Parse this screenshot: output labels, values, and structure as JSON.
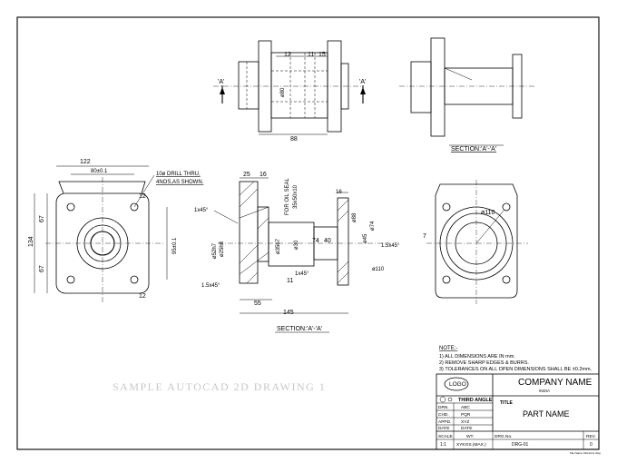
{
  "drawing": {
    "watermark": "SAMPLE AUTOCAD 2D DRAWING 1",
    "top_view": {
      "dims": [
        "12",
        "11",
        "15",
        "88",
        "ø80"
      ],
      "section_marks": [
        "'A'",
        "'A'"
      ]
    },
    "side_view": {
      "caption": "SECTION:'A'-'A'"
    },
    "front_view": {
      "dims": [
        "122",
        "80±0.1",
        "67",
        "67",
        "134",
        "95±0.1",
        "12",
        "12"
      ],
      "note_drill_1": "10ø DRILL THRU,",
      "note_drill_2": "4NOS,AS SHOWN."
    },
    "section_view": {
      "caption": "SECTION:'A'-'A'",
      "dims": [
        "25",
        "16",
        "FOR OIL SEAL",
        "35x50x10",
        "16",
        "1x45°",
        "ø52h7",
        "ø25h8",
        "ø35h7",
        "ø30",
        "74",
        "40",
        "ø88",
        "ø45",
        "ø74",
        "ø110",
        "1.5x45°",
        "1x45°",
        "11",
        "1.5x45°",
        "55",
        "145"
      ]
    },
    "right_view": {
      "dims": [
        "ø110",
        "7"
      ]
    }
  },
  "notes": {
    "heading": "NOTE:-",
    "lines": [
      "1) ALL  DIMENSIONS  ARE  IN  mm.",
      "2) REMOVE  SHARP  EDGES  &  BURRS.",
      "3) TOLERANCES  ON  ALL  OPEN  DIMENSIONS SHALL BE ±0.2mm."
    ]
  },
  "title_block": {
    "logo": "LOGO",
    "company_name": "COMPANY NAME",
    "company_location": "INDIA",
    "angle": "THIRD ANGLE",
    "title_label": "TITLE",
    "part_name": "PART NAME",
    "rows": [
      {
        "label": "DRN.",
        "value": "ABC"
      },
      {
        "label": "CHD.",
        "value": "PQR"
      },
      {
        "label": "APPD.",
        "value": "XYZ"
      },
      {
        "label": "DATE",
        "value": "DATE"
      }
    ],
    "scale_label": "SCALE",
    "scale_value": "1:1",
    "wt_label": "WT.",
    "wt_value": "XYKGS.(MAX.)",
    "dwg_label": "DRG.No.",
    "dwg_value": "DRG-01",
    "rev_label": "REV.",
    "rev_value": "0",
    "footer": "File Name: Directory dwg"
  }
}
